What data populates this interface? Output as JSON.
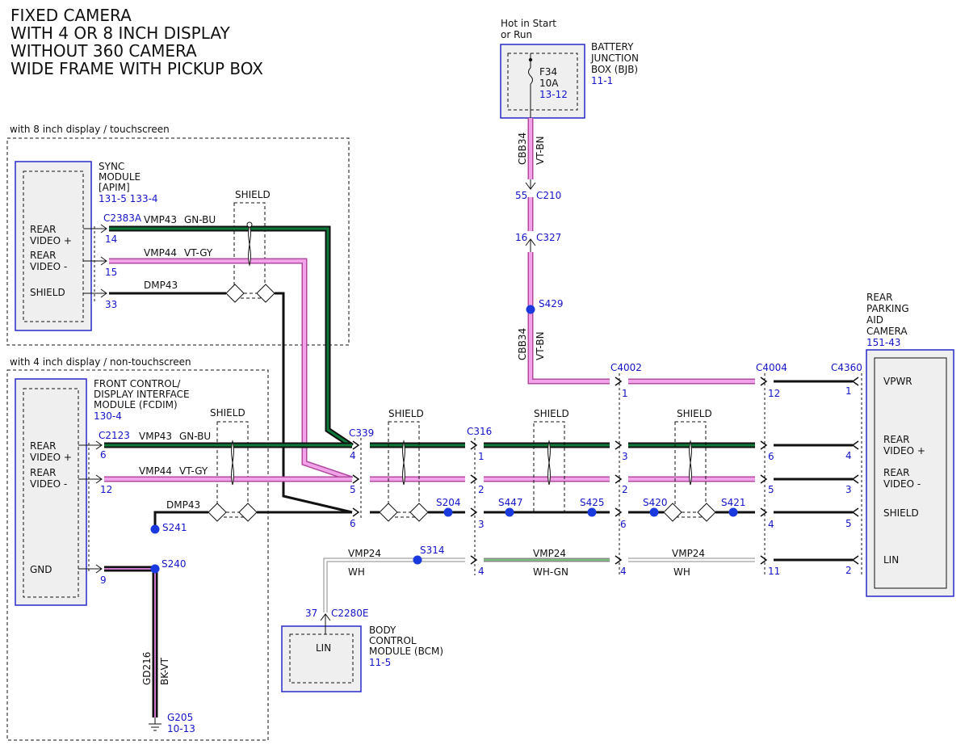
{
  "title_lines": [
    "FIXED CAMERA",
    "WITH 4 OR 8 INCH DISPLAY",
    "WITHOUT 360 CAMERA",
    "WIDE FRAME WITH PICKUP BOX"
  ],
  "variants": {
    "eight_inch": "with 8 inch display / touchscreen",
    "four_inch": "with 4 inch display / non-touchscreen"
  },
  "bjb": {
    "hot_label": [
      "Hot in Start",
      "or Run"
    ],
    "name": [
      "BATTERY",
      "JUNCTION",
      "BOX (BJB)"
    ],
    "ref": "11-1",
    "fuse": "F34",
    "rating": "10A",
    "fuse_ref": "13-12"
  },
  "feed": {
    "circuit": "CBB34",
    "color": "VT-BN",
    "c210": {
      "pin": "55",
      "name": "C210"
    },
    "c327": {
      "pin": "16",
      "name": "C327"
    },
    "splice": "S429"
  },
  "sync": {
    "name": [
      "SYNC",
      "MODULE",
      "[APIM]"
    ],
    "refs": "131-5 133-4",
    "connector": "C2383A",
    "pins": [
      {
        "label": [
          "REAR",
          "VIDEO +"
        ],
        "pin": "14",
        "circuit": "VMP43",
        "color": "GN-BU"
      },
      {
        "label": [
          "REAR",
          "VIDEO -"
        ],
        "pin": "15",
        "circuit": "VMP44",
        "color": "VT-GY"
      },
      {
        "label": [
          "SHIELD"
        ],
        "pin": "33",
        "circuit": "DMP43",
        "color": ""
      }
    ],
    "shield": "SHIELD"
  },
  "fcdim": {
    "name": [
      "FRONT CONTROL/",
      "DISPLAY INTERFACE",
      "MODULE (FCDIM)"
    ],
    "ref": "130-4",
    "connector": "C2123",
    "pins": [
      {
        "label": [
          "REAR",
          "VIDEO +"
        ],
        "pin": "6",
        "circuit": "VMP43",
        "color": "GN-BU"
      },
      {
        "label": [
          "REAR",
          "VIDEO -"
        ],
        "pin": "12",
        "circuit": "VMP44",
        "color": "VT-GY"
      },
      {
        "label": [
          "GND"
        ],
        "pin": "9",
        "circuit": "",
        "color": ""
      }
    ],
    "shield_circuit": "DMP43",
    "shield": "SHIELD"
  },
  "ground": {
    "s241": "S241",
    "s240": "S240",
    "circuit": "GD216",
    "color": "BK-VT",
    "point": "G205",
    "ref": "10-13"
  },
  "c339": {
    "name": "C339",
    "pins": [
      "4",
      "5",
      "6"
    ]
  },
  "c316": {
    "name": "C316",
    "pins": [
      "1",
      "2",
      "3",
      "4"
    ]
  },
  "c4002": {
    "name": "C4002",
    "pins": [
      "1",
      "3",
      "2",
      "6",
      "4"
    ]
  },
  "c4004": {
    "name": "C4004",
    "pins": [
      "12",
      "6",
      "5",
      "4",
      "11"
    ]
  },
  "c4360": {
    "name": "C4360",
    "pins": [
      "1",
      "4",
      "3",
      "5",
      "2"
    ]
  },
  "splices": {
    "s204": "S204",
    "s447": "S447",
    "s425": "S425",
    "s420": "S420",
    "s421": "S421",
    "s314": "S314"
  },
  "shields": [
    "SHIELD",
    "SHIELD",
    "SHIELD"
  ],
  "lin": {
    "seg1": {
      "circuit": "VMP24",
      "color": "WH"
    },
    "seg2": {
      "circuit": "VMP24",
      "color": "WH-GN"
    },
    "seg3": {
      "circuit": "VMP24",
      "color": "WH"
    }
  },
  "bcm": {
    "name": [
      "BODY",
      "CONTROL",
      "MODULE (BCM)"
    ],
    "ref": "11-5",
    "pin": "37",
    "connector": "C2280E",
    "label": "LIN"
  },
  "camera": {
    "name": [
      "REAR",
      "PARKING",
      "AID",
      "CAMERA"
    ],
    "ref": "151-43",
    "pins": [
      [
        "VPWR"
      ],
      [
        "REAR",
        "VIDEO +"
      ],
      [
        "REAR",
        "VIDEO -"
      ],
      [
        "SHIELD"
      ],
      [
        "LIN"
      ]
    ]
  },
  "colors": {
    "module_border": "#2828c8",
    "ref_text": "#1414c8",
    "violet": "#f2a3e8",
    "green": "#0d7a3a"
  }
}
